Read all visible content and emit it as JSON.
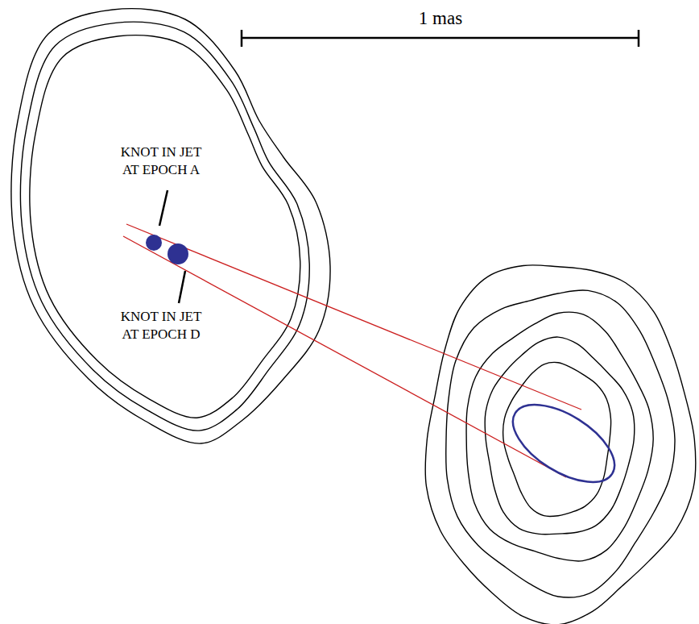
{
  "diagram": {
    "labels": [
      "1 mas",
      "KNOT IN JET AT EPOCH A",
      "KNOT IN JET AT EPOCH D"
    ]
  }
}
